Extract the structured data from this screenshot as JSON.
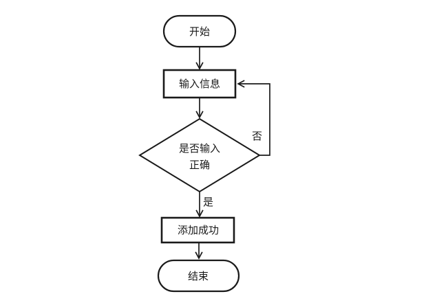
{
  "diagram": {
    "background_color": "#ffffff",
    "line_color": "#1a1a1a",
    "nodes": [
      {
        "id": "start",
        "type": "terminator",
        "label": "开始"
      },
      {
        "id": "input-info",
        "type": "process",
        "label": "输入信息"
      },
      {
        "id": "decision",
        "type": "decision",
        "label": "是否输入 正确",
        "label_lines": [
          "是否输入",
          "正确"
        ]
      },
      {
        "id": "add-success",
        "type": "process",
        "label": "添加成功"
      },
      {
        "id": "end",
        "type": "terminator",
        "label": "结束"
      }
    ],
    "edge_labels": {
      "yes": "是",
      "no": "否"
    }
  }
}
